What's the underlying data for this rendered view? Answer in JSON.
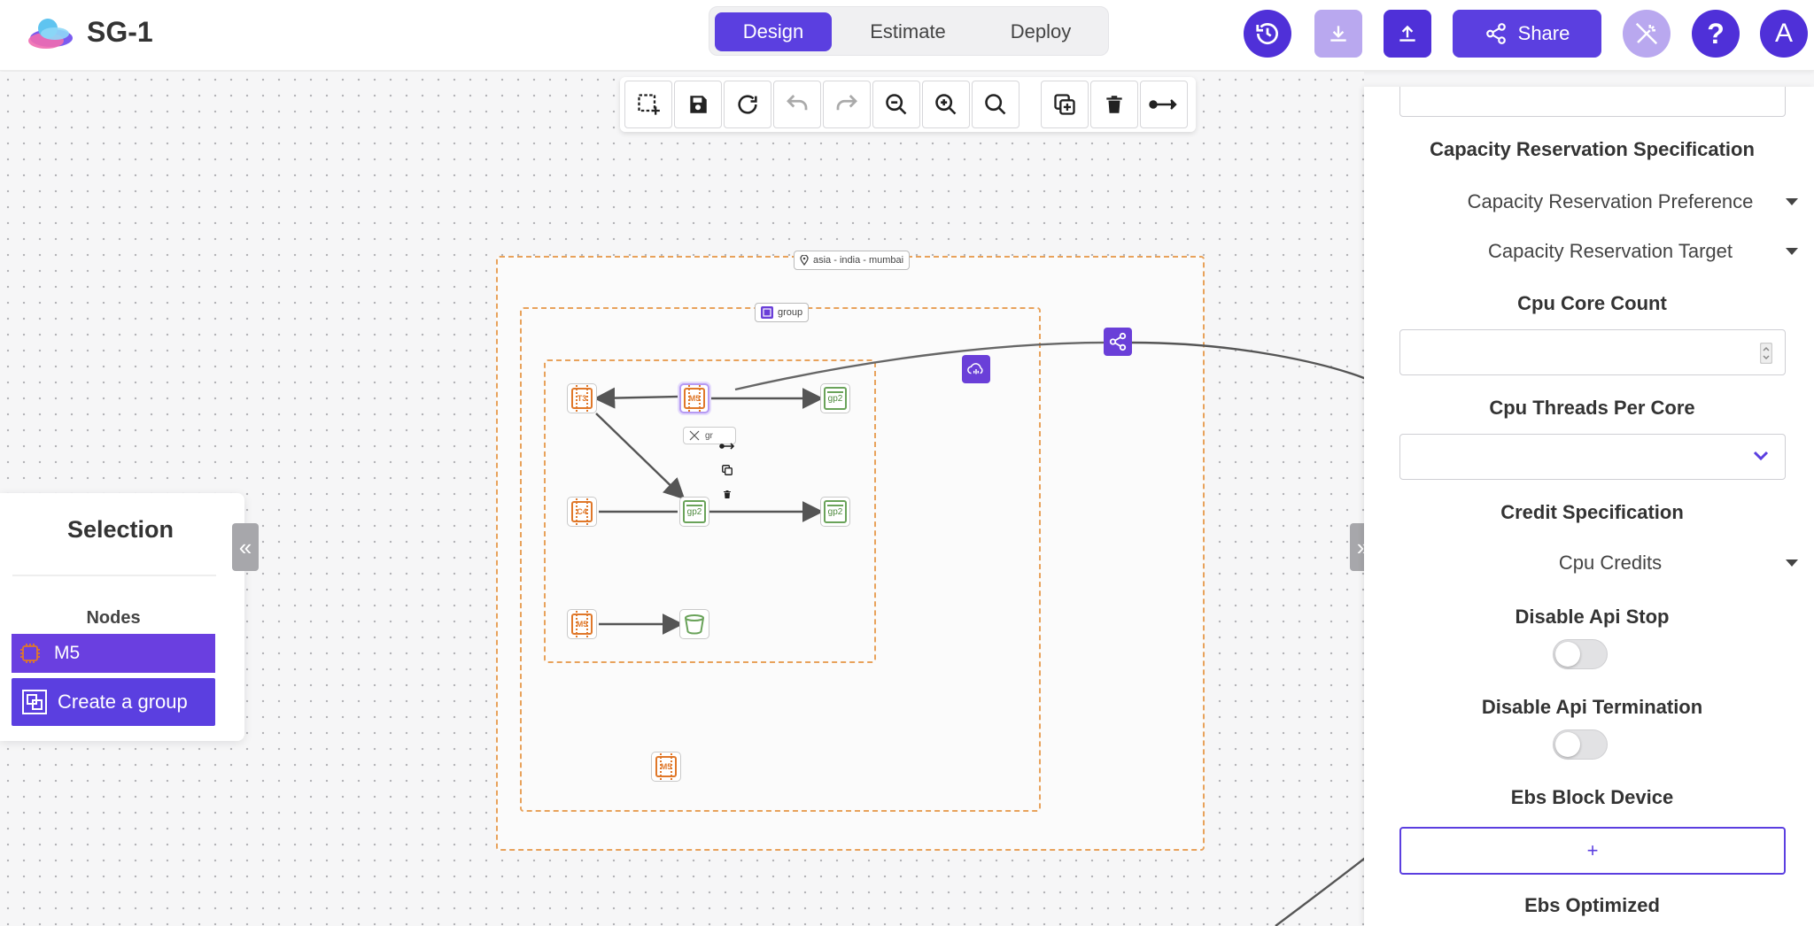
{
  "app": {
    "title": "SG-1"
  },
  "mode_tabs": [
    {
      "label": "Design"
    },
    {
      "label": "Estimate"
    },
    {
      "label": "Deploy"
    }
  ],
  "header": {
    "share_label": "Share",
    "help_label": "?",
    "avatar_initial": "A"
  },
  "icons": {
    "history": "history-icon",
    "download": "download-icon",
    "upload": "upload-icon",
    "share": "share-icon",
    "magic": "magic-wand-icon",
    "help": "help-icon"
  },
  "colors": {
    "accent": "#5b3fe0",
    "group_border": "#e8a25b",
    "compute": "#e0782a",
    "storage": "#6aa35a"
  },
  "canvas": {
    "region_label": "asia - india - mumbai",
    "group_label": "group",
    "subgroup_label": "gr",
    "nodes": [
      {
        "label": "T3"
      },
      {
        "label": "M5"
      },
      {
        "label": "gp2"
      },
      {
        "label": "C4"
      },
      {
        "label": "gp2"
      },
      {
        "label": "gp2"
      },
      {
        "label": "M5"
      },
      {
        "label": "M5"
      }
    ]
  },
  "selection_panel": {
    "title": "Selection",
    "nodes_heading": "Nodes",
    "selected_node": "M5",
    "create_group_label": "Create a group"
  },
  "properties": {
    "capacity_spec_heading": "Capacity Reservation Specification",
    "capacity_pref_label": "Capacity Reservation Preference",
    "capacity_target_label": "Capacity Reservation Target",
    "cpu_core_heading": "Cpu Core Count",
    "cpu_threads_heading": "Cpu Threads Per Core",
    "credit_heading": "Credit Specification",
    "cpu_credits_label": "Cpu Credits",
    "disable_stop_heading": "Disable Api Stop",
    "disable_term_heading": "Disable Api Termination",
    "ebs_block_heading": "Ebs Block Device",
    "ebs_add_label": "+",
    "ebs_optimized_heading": "Ebs Optimized"
  }
}
